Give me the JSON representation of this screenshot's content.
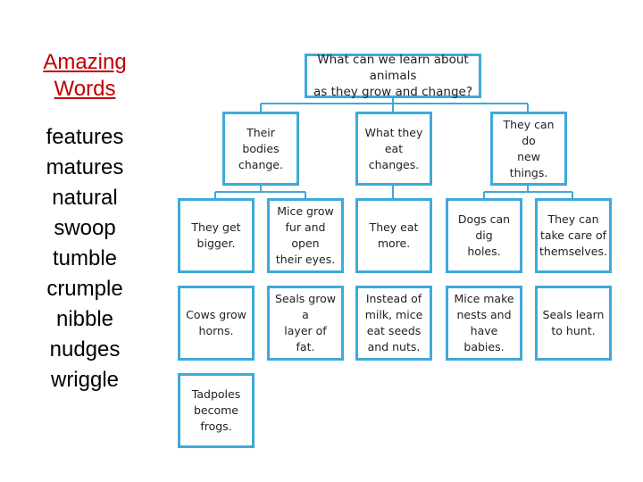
{
  "sidebar": {
    "heading_line1": "Amazing",
    "heading_line2": "Words",
    "words": [
      "features",
      "matures",
      "natural",
      "swoop",
      "tumble",
      "crumple",
      "nibble",
      "nudges",
      "wriggle"
    ]
  },
  "diagram": {
    "root": "What can we learn about animals\nas they grow and change?",
    "branch_bodies": "Their bodies\nchange.",
    "branch_eat": "What they\neat changes.",
    "branch_do": "They can do\nnew things.",
    "leaf_bigger": "They get\nbigger.",
    "leaf_mice_fur": "Mice grow\nfur and open\ntheir eyes.",
    "leaf_eat_more": "They eat\nmore.",
    "leaf_dogs_dig": "Dogs can dig\nholes.",
    "leaf_take_care": "They can\ntake care of\nthemselves.",
    "leaf_cows_horns": "Cows grow\nhorns.",
    "leaf_seals_fat": "Seals grow a\nlayer of fat.",
    "leaf_milk": "Instead of\nmilk, mice\neat seeds\nand nuts.",
    "leaf_mice_nests": "Mice make\nnests and\nhave babies.",
    "leaf_seals_hunt": "Seals learn\nto hunt.",
    "leaf_tadpoles": "Tadpoles\nbecome\nfrogs."
  },
  "colors": {
    "heading": "#c00000",
    "node_border": "#3fa9d9",
    "connector": "#3fa9d9"
  }
}
